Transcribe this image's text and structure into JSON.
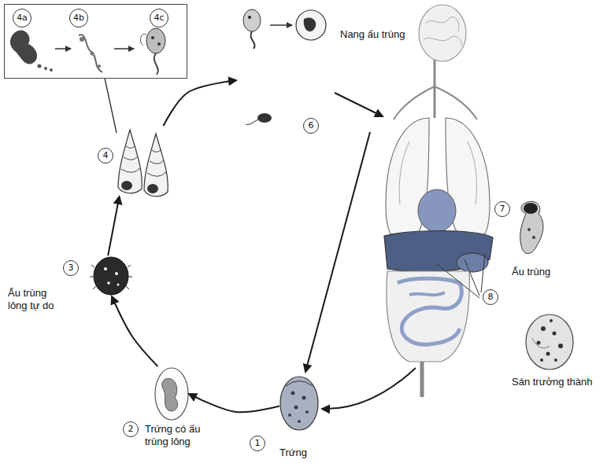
{
  "diagram": {
    "nodes": [
      {
        "text": [
          "4a",
          "4b",
          "4c"
        ]
      },
      {
        "text": [
          "Nang ấu trùng",
          "6"
        ]
      },
      {
        "text": [
          "4"
        ]
      },
      {
        "text": [
          "7",
          "Ấu trùng"
        ]
      },
      {
        "text": [
          "3",
          "Ấu trùng lông tự do"
        ]
      },
      {
        "text": [
          "8",
          "Sán trưởng thành"
        ]
      },
      {
        "text": [
          "2",
          "Trứng có ấu trùng lông"
        ]
      },
      {
        "text": [
          "1",
          "Trứng"
        ]
      }
    ],
    "edges": [
      {
        "from": 2,
        "to": 0,
        "arrow": "none"
      },
      {
        "from": 7,
        "to": 6,
        "arrow": "to"
      },
      {
        "from": 6,
        "to": 4,
        "arrow": "to"
      },
      {
        "from": 4,
        "to": 2,
        "arrow": "to"
      },
      {
        "from": 2,
        "to": 1,
        "arrow": "to"
      }
    ]
  }
}
